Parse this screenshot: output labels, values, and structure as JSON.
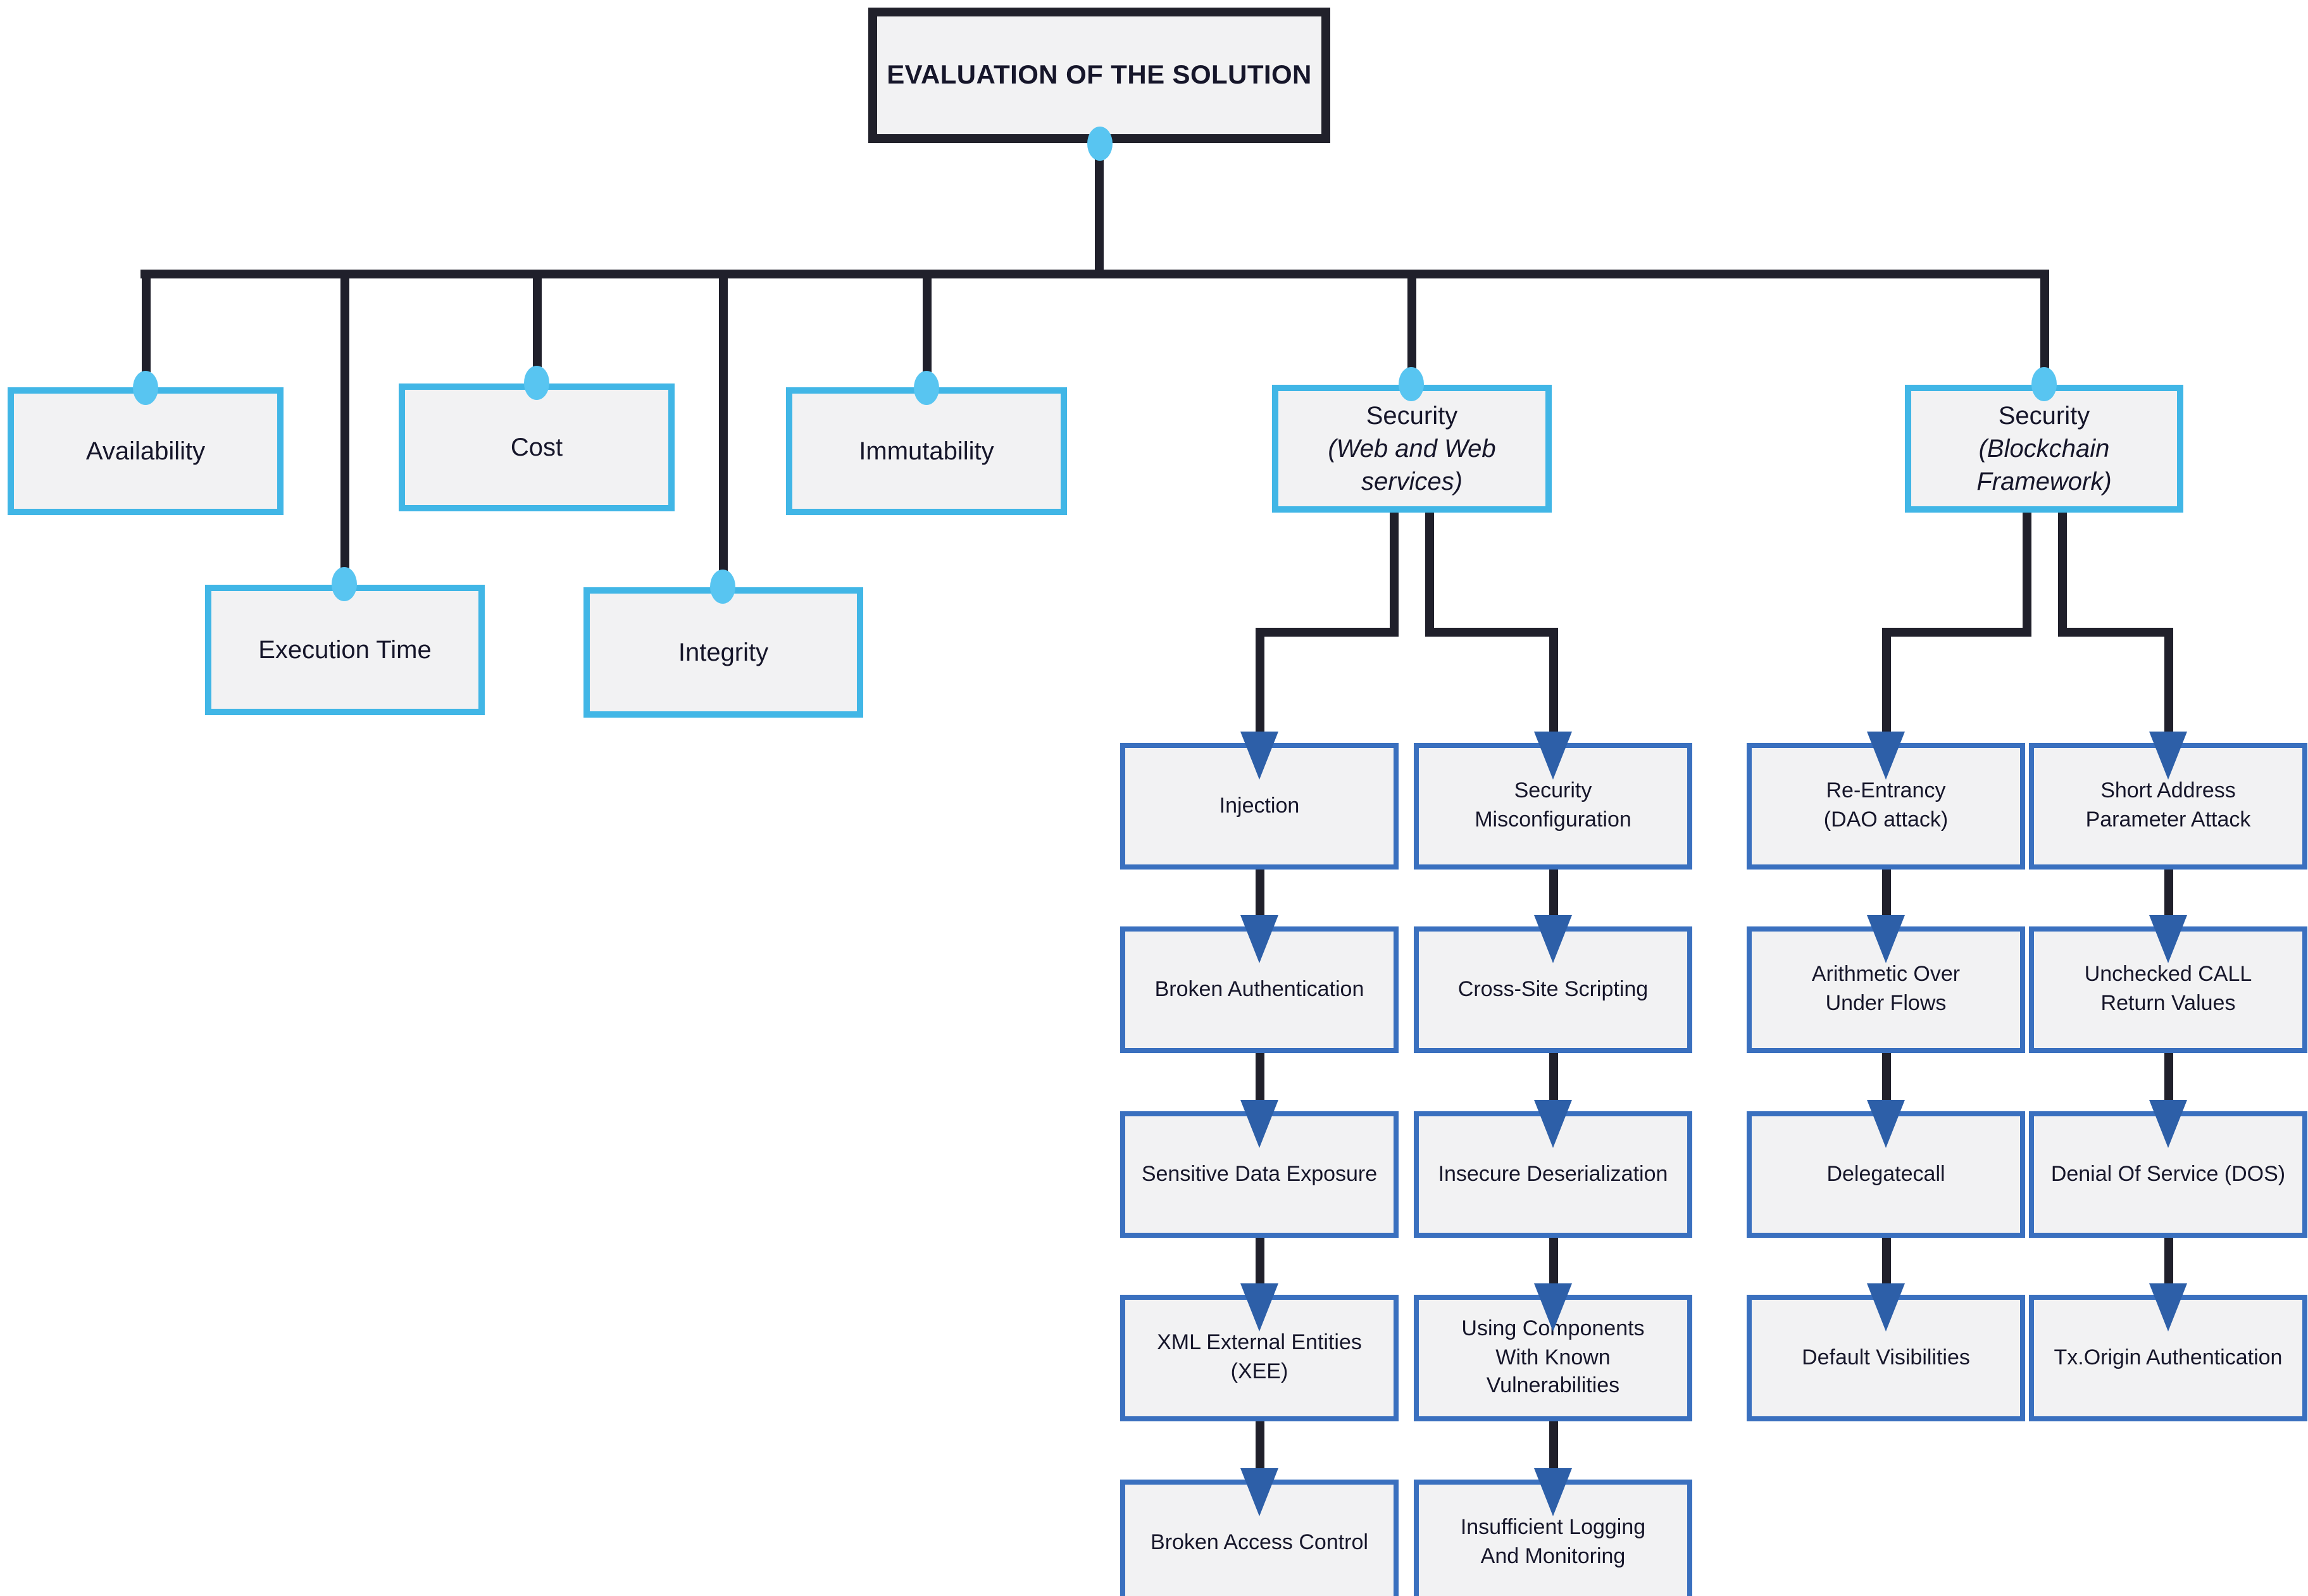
{
  "root": {
    "label": "EVALUATION OF THE SOLUTION"
  },
  "level1": [
    {
      "label": "Availability"
    },
    {
      "label": "Execution Time"
    },
    {
      "label": "Cost"
    },
    {
      "label": "Integrity"
    },
    {
      "label": "Immutability"
    },
    {
      "label": "Security",
      "sublabel": "(Web and Web services)"
    },
    {
      "label": "Security",
      "sublabel": "(Blockchain Framework)"
    }
  ],
  "columns": [
    {
      "parent": "security-web-and-web-services",
      "items": [
        "Injection",
        "Broken Authentication",
        "Sensitive Data Exposure",
        "XML External Entities\n(XEE)",
        "Broken Access Control"
      ]
    },
    {
      "parent": "security-web-and-web-services",
      "items": [
        "Security\nMisconfiguration",
        "Cross-Site Scripting",
        "Insecure Deserialization",
        "Using Components\nWith Known\nVulnerabilities",
        "Insufficient Logging\nAnd Monitoring"
      ]
    },
    {
      "parent": "security-blockchain-framework",
      "items": [
        "Re-Entrancy\n(DAO attack)",
        "Arithmetic Over\nUnder Flows",
        "Delegatecall",
        "Default Visibilities"
      ]
    },
    {
      "parent": "security-blockchain-framework",
      "items": [
        "Short Address\nParameter Attack",
        "Unchecked CALL\nReturn Values",
        "Denial Of Service (DOS)",
        "Tx.Origin Authentication"
      ]
    }
  ],
  "colors": {
    "root_border": "#21212b",
    "box_fill": "#f2f2f3",
    "level1_border": "#41b6e6",
    "level2_border": "#3a70bf",
    "arrow_fill": "#2d5fa8",
    "dot_fill": "#58c5f1",
    "connector_dark": "#20202b",
    "text": "#16162a"
  }
}
